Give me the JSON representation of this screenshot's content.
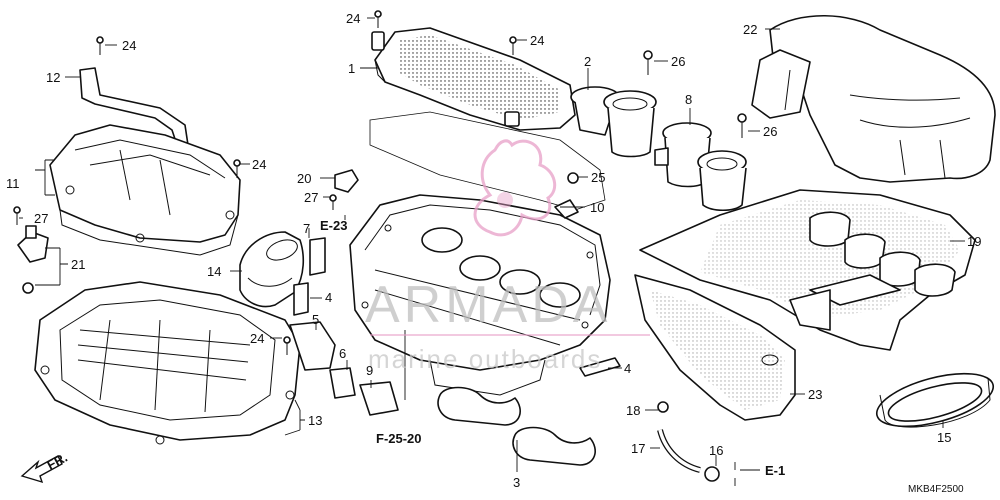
{
  "diagram": {
    "callouts": {
      "c1": "1",
      "c2": "2",
      "c3": "3",
      "c4a": "4",
      "c4b": "4",
      "c5": "5",
      "c6": "6",
      "c7": "7",
      "c8": "8",
      "c9": "9",
      "c10": "10",
      "c11": "11",
      "c12": "12",
      "c13": "13",
      "c14": "14",
      "c15": "15",
      "c16": "16",
      "c17": "17",
      "c18": "18",
      "c19": "19",
      "c20": "20",
      "c21": "21",
      "c22": "22",
      "c23": "23",
      "c24a": "24",
      "c24b": "24",
      "c24c": "24",
      "c24d": "24",
      "c24e": "24",
      "c25": "25",
      "c26a": "26",
      "c26b": "26",
      "c27a": "27",
      "c27b": "27"
    },
    "refs": {
      "e23": "E-23",
      "f2520": "F-25-20",
      "e1": "E-1"
    },
    "direction_label": "FR.",
    "diagram_code": "MKB4F2500",
    "watermark": {
      "brand": "ARMADA",
      "tagline": "marine outboards",
      "accent_color": "#e8a0c8"
    }
  }
}
